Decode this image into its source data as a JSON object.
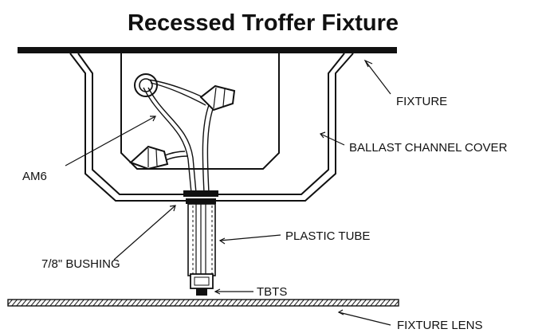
{
  "title": "Recessed Troffer Fixture",
  "labels": {
    "fixture": "FIXTURE",
    "ballast_channel_cover": "BALLAST CHANNEL COVER",
    "am6": "AM6",
    "plastic_tube": "PLASTIC TUBE",
    "bushing": "7/8\" BUSHING",
    "tbts": "TBTS",
    "fixture_lens": "FIXTURE LENS"
  }
}
